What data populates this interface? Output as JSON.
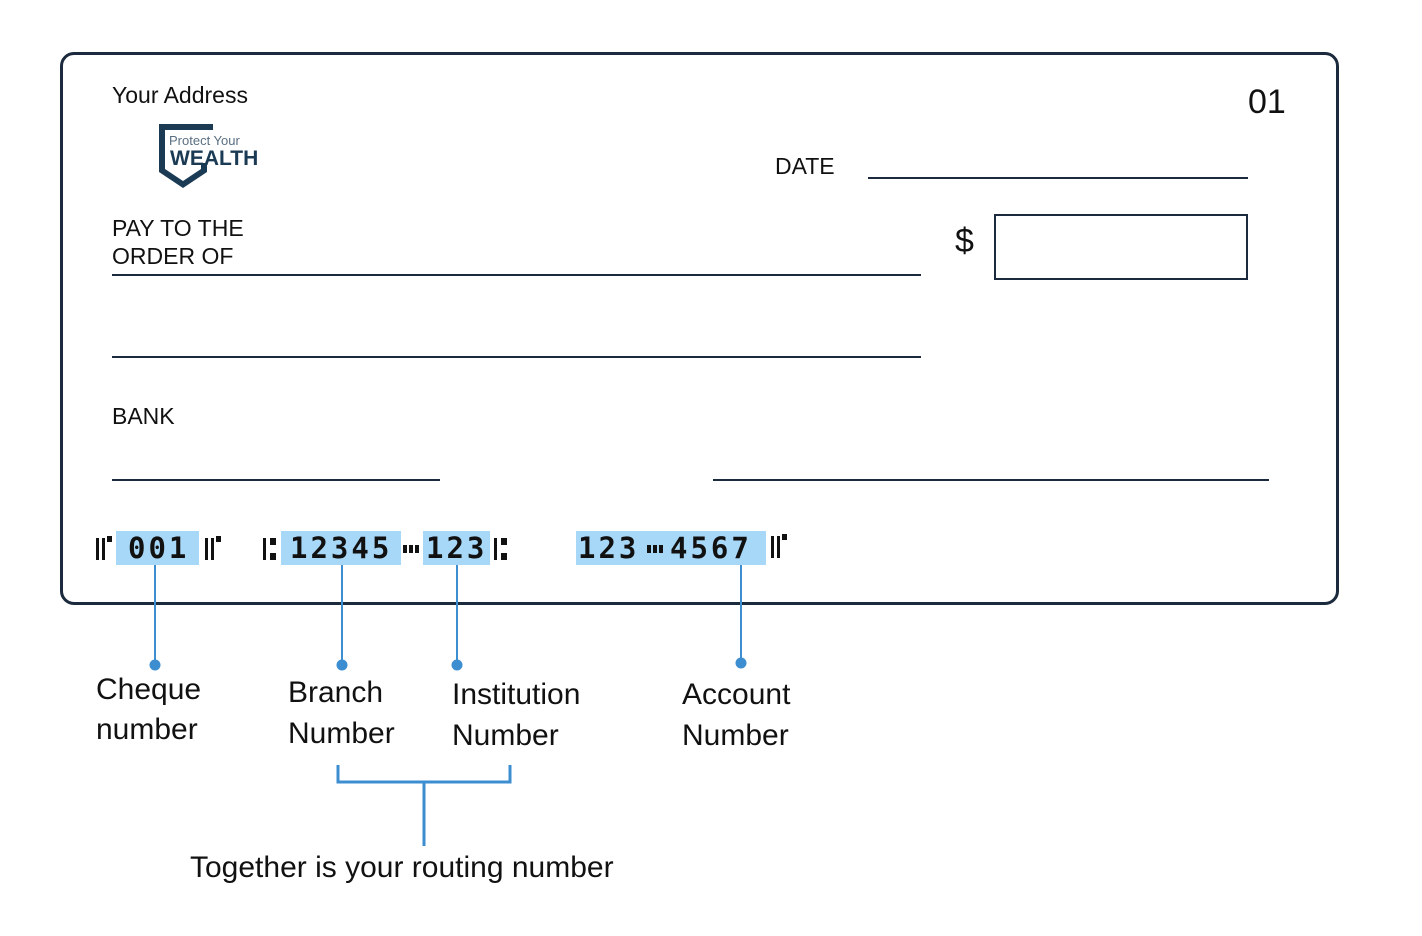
{
  "cheque": {
    "address_label": "Your Address",
    "cheque_no": "01",
    "logo": {
      "line1": "Protect Your",
      "line2": "WEALTH",
      "color": "#1b3a54"
    },
    "date_label": "DATE",
    "pay_to_line1": "PAY TO THE",
    "pay_to_line2": "ORDER OF",
    "currency_symbol": "$",
    "bank_label": "BANK",
    "micr": {
      "cheque_number": "001",
      "branch_number": "12345",
      "institution_number": "123",
      "account_part1": "123",
      "account_part2": "4567"
    }
  },
  "labels": {
    "cheque": [
      "Cheque",
      "number"
    ],
    "branch": [
      "Branch",
      "Number"
    ],
    "institution": [
      "Institution",
      "Number"
    ],
    "account": [
      "Account",
      "Number"
    ],
    "routing": "Together is your routing number"
  },
  "colors": {
    "border": "#1b2a3c",
    "highlight": "#a8d8f8",
    "connector": "#3d8ed0"
  }
}
